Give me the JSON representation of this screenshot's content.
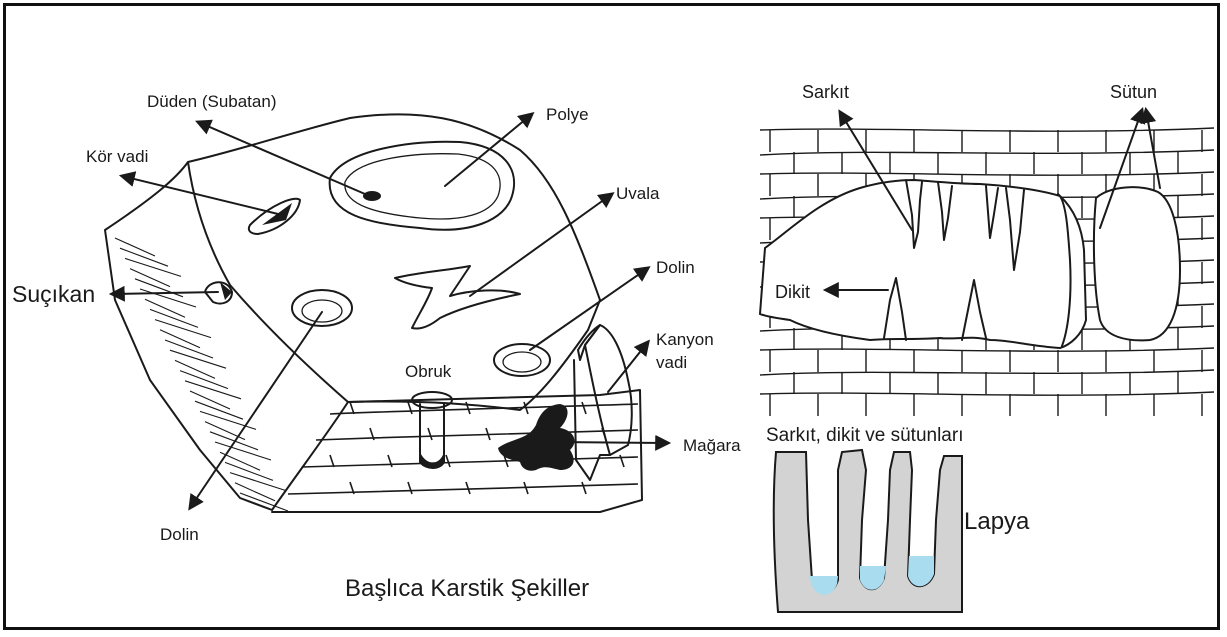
{
  "labels": {
    "duden": "Düden (Subatan)",
    "polye": "Polye",
    "kor_vadi": "Kör vadi",
    "uvala": "Uvala",
    "sucikan": "Suçıkan",
    "dolin_right": "Dolin",
    "kanyon": "Kanyon",
    "vadi": "vadi",
    "obruk": "Obruk",
    "magara": "Mağara",
    "dolin_bottom": "Dolin",
    "sarkit": "Sarkıt",
    "sutun": "Sütun",
    "dikit": "Dikit",
    "sarkit_dikit": "Sarkıt, dikit ve sütunları",
    "lapya": "Lapya",
    "caption": "Başlıca Karstik Şekiller"
  },
  "colors": {
    "line": "#1a1a1a",
    "water": "#a9dcef",
    "rock_grey": "#d3d3d3",
    "hatch_grey": "#bfbfbf"
  }
}
